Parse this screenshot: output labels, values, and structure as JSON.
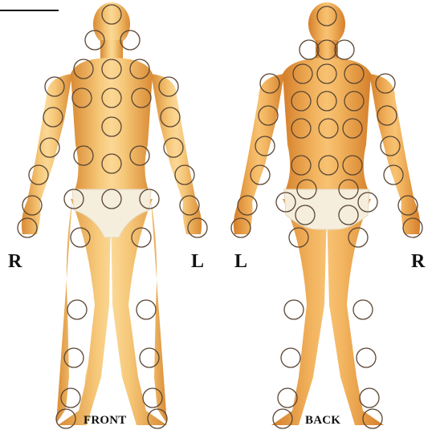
{
  "labels": {
    "front_right": "R",
    "front_left": "L",
    "back_left": "L",
    "back_right": "R",
    "front_view": "FRONT",
    "back_view": "BACK"
  },
  "colors": {
    "skin_light": "#f8cf86",
    "skin_mid": "#f0a94c",
    "skin_dark": "#d8872e",
    "underwear": "#f6eedd",
    "marker_stroke": "#5a4634"
  }
}
